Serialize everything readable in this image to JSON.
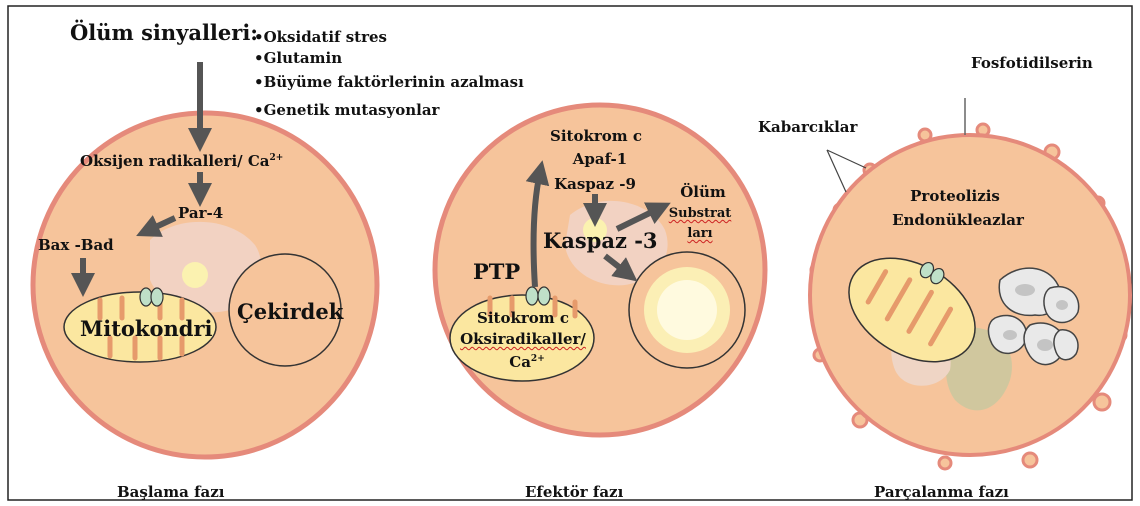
{
  "signals": {
    "title": "Ölüm sinyalleri:",
    "items": [
      "•Oksidatif stres",
      "•Glutamin",
      "•Büyüme faktörlerinin azalması",
      "•Genetik mutasyonlar"
    ]
  },
  "phase1": {
    "radicals": "Oksijen radikalleri/ Ca",
    "radicals_sup": "2+",
    "par4": "Par-4",
    "baxbad": "Bax -Bad",
    "mito": "Mitokondri",
    "nucleus": "Çekirdek",
    "caption": "Başlama fazı"
  },
  "phase2": {
    "cytc": "Sitokrom c",
    "apaf": "Apaf-1",
    "casp9": "Kaspaz -9",
    "casp3": "Kaspaz -3",
    "death1": "Ölüm",
    "death2": "Substrat",
    "death3": "ları",
    "ptp": "PTP",
    "mito1": "Sitokrom c",
    "mito2": "Oksiradikaller/",
    "mito3": "Ca",
    "mito3_sup": "2+",
    "caption": "Efektör fazı"
  },
  "phase3": {
    "fosfo": "Fosfotidilserin",
    "kabar": "Kabarcıklar",
    "prot": "Proteolizis",
    "endo": "Endonükleazlar",
    "caption": "Parçalanma fazı"
  },
  "colors": {
    "cell_fill": "#f6c49b",
    "cell_border": "#e58a7b",
    "mito_fill": "#fbe7a0",
    "arrow": "#555555"
  }
}
